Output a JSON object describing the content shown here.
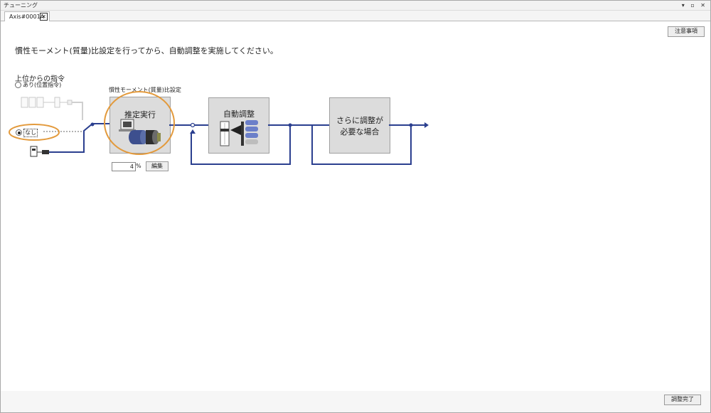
{
  "window": {
    "title": "チューニング",
    "controls": "▾ ▫ ✕"
  },
  "tab": {
    "label": "Axis#0001A",
    "close": "✕"
  },
  "toolbar": {
    "notes_label": "注意事項"
  },
  "instruction": "慣性モーメント(質量)比設定を行ってから、自動調整を実施してください。",
  "command": {
    "label": "上位からの指令",
    "options": [
      {
        "label": "あり(位置指令)",
        "selected": false
      },
      {
        "label": "なし",
        "selected": true
      }
    ]
  },
  "estimation": {
    "caption": "慣性モーメント(質量)比設定",
    "block_label": "推定実行",
    "ratio_value": "4",
    "unit": "%",
    "edit_label": "編集"
  },
  "auto_tuning": {
    "block_label": "自動調整"
  },
  "further": {
    "line1": "さらに調整が",
    "line2": "必要な場合"
  },
  "footer": {
    "done_label": "調整完了"
  },
  "colors": {
    "flow_line": "#2b3f8f",
    "highlight": "#e39a3c",
    "block_bg": "#dcdcdc"
  },
  "icons": [
    "close-icon",
    "controller-icon",
    "servo-motor-icon",
    "tuning-slider-icon",
    "flow-arrow-icon"
  ]
}
